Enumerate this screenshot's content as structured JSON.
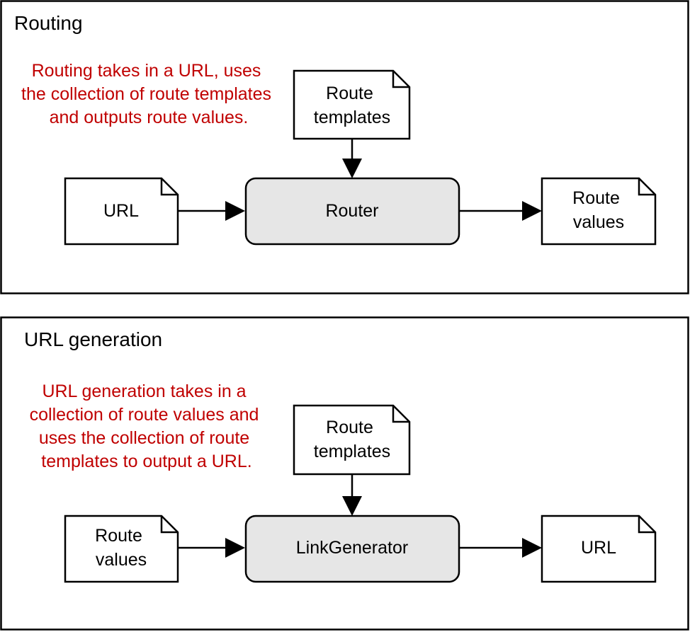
{
  "colors": {
    "note_text": "#c00000",
    "process_fill": "#e6e6e6",
    "stroke": "#000000"
  },
  "panels": [
    {
      "title": "Routing",
      "note_lines": [
        "Routing takes in a URL, uses",
        "the collection of route templates",
        "and outputs route values."
      ],
      "templates_doc": [
        "Route",
        "templates"
      ],
      "input_doc": [
        "URL"
      ],
      "process_label": "Router",
      "output_doc": [
        "Route",
        "values"
      ]
    },
    {
      "title": "URL generation",
      "note_lines": [
        "URL generation takes in a",
        "collection of route values and",
        "uses the collection of route",
        "templates to output a URL."
      ],
      "templates_doc": [
        "Route",
        "templates"
      ],
      "input_doc": [
        "Route",
        "values"
      ],
      "process_label": "LinkGenerator",
      "output_doc": [
        "URL"
      ]
    }
  ]
}
